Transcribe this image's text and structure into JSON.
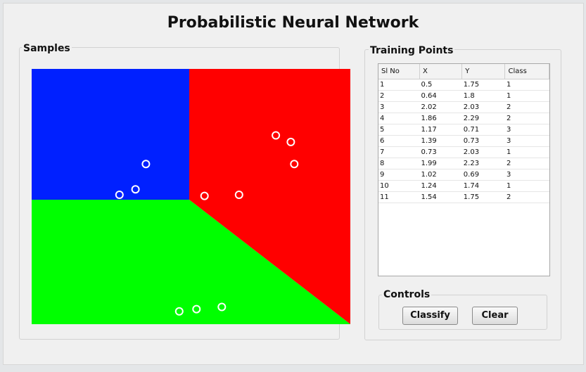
{
  "window": {
    "title": "Probabilistic Neural Network"
  },
  "samples": {
    "title": "Samples"
  },
  "training": {
    "title": "Training Points",
    "columns": [
      "Sl No",
      "X",
      "Y",
      "Class"
    ],
    "rows": [
      [
        "1",
        "0.5",
        "1.75",
        "1"
      ],
      [
        "2",
        "0.64",
        "1.8",
        "1"
      ],
      [
        "3",
        "2.02",
        "2.03",
        "2"
      ],
      [
        "4",
        "1.86",
        "2.29",
        "2"
      ],
      [
        "5",
        "1.17",
        "0.71",
        "3"
      ],
      [
        "6",
        "1.39",
        "0.73",
        "3"
      ],
      [
        "7",
        "0.73",
        "2.03",
        "1"
      ],
      [
        "8",
        "1.99",
        "2.23",
        "2"
      ],
      [
        "9",
        "1.02",
        "0.69",
        "3"
      ],
      [
        "10",
        "1.24",
        "1.74",
        "1"
      ],
      [
        "11",
        "1.54",
        "1.75",
        "2"
      ]
    ]
  },
  "controls": {
    "title": "Controls",
    "classify_label": "Classify",
    "clear_label": "Clear"
  },
  "region_colors": {
    "class1": "#0020ff",
    "class2": "#ff0000",
    "class3": "#00ff00"
  },
  "point_color": "#ffffff"
}
